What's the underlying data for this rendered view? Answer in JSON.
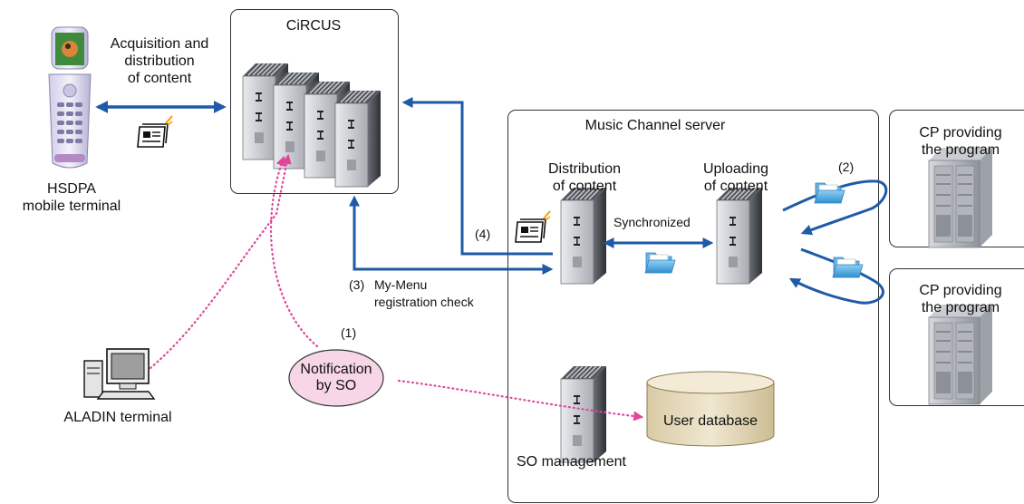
{
  "circus": {
    "title": "CiRCUS"
  },
  "music_server": {
    "title": "Music Channel server"
  },
  "mobile": {
    "label_line1": "HSDPA",
    "label_line2": "mobile terminal"
  },
  "acquisition": {
    "line1": "Acquisition and",
    "line2": "distribution",
    "line3": "of content"
  },
  "distribution": {
    "line1": "Distribution",
    "line2": "of content"
  },
  "uploading": {
    "line1": "Uploading",
    "line2": "of content"
  },
  "synchronized": "Synchronized",
  "step1": "(1)",
  "step2": "(2)",
  "step3": "(3)",
  "step3_text_line1": "My-Menu",
  "step3_text_line2": "registration check",
  "step4": "(4)",
  "notification": {
    "line1": "Notification",
    "line2": "by SO"
  },
  "user_db": "User database",
  "so_management": "SO management",
  "aladin": "ALADIN terminal",
  "cp1": {
    "line1": "CP providing",
    "line2": "the program"
  },
  "cp2": {
    "line1": "CP providing",
    "line2": "the program"
  },
  "colors": {
    "arrow_blue": "#1f5aa6",
    "dotted_pink": "#e0479a",
    "ellipse_fill": "#f6d6e7",
    "db_fill": "#e8dcc0"
  }
}
